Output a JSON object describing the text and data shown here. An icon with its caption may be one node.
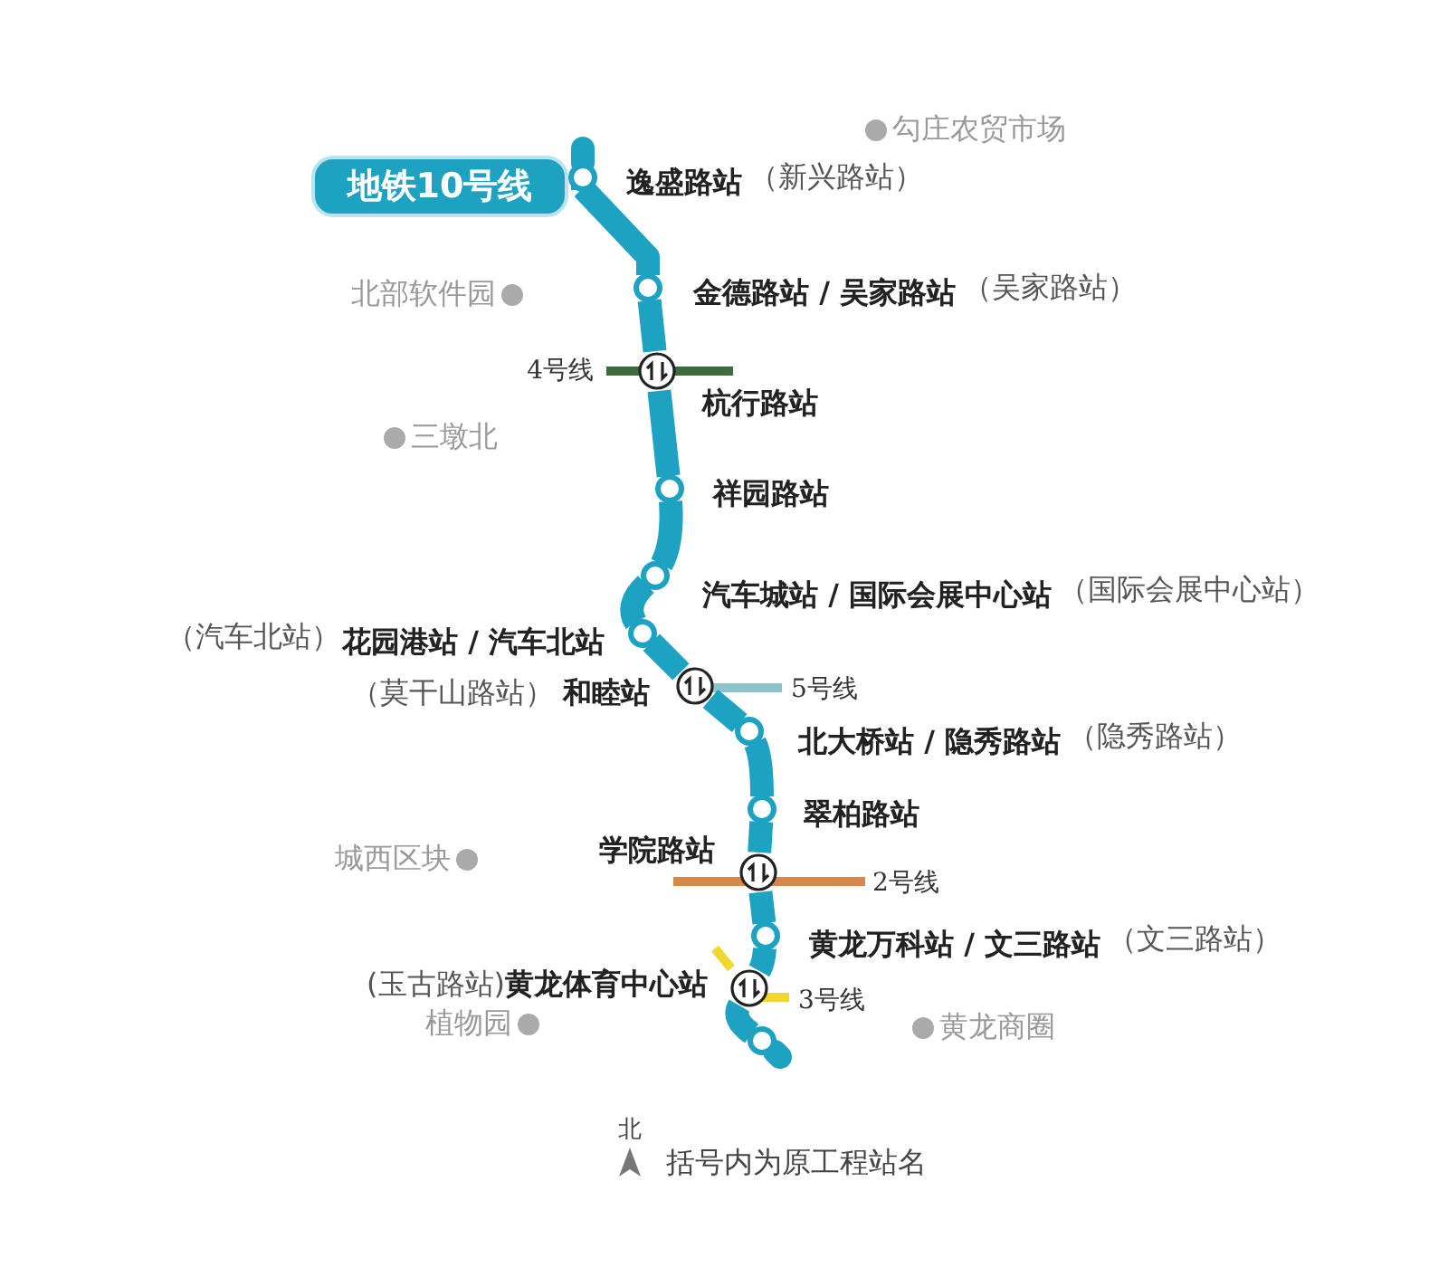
{
  "diagram": {
    "title": "地铁10号线",
    "nodes": [
      {
        "text": [
          "逸盛路站"
        ]
      },
      {
        "text": [
          "金德路站 / 吴家路站"
        ]
      },
      {
        "text": [
          "杭行路站"
        ]
      },
      {
        "text": [
          "祥园路站"
        ]
      },
      {
        "text": [
          "汽车城站 / 国际会展中心站"
        ]
      },
      {
        "text": [
          "花园港站 / 汽车北站"
        ]
      },
      {
        "text": [
          "和睦站"
        ]
      },
      {
        "text": [
          "北大桥站 / 隐秀路站"
        ]
      },
      {
        "text": [
          "翠柏路站"
        ]
      },
      {
        "text": [
          "学院路站"
        ]
      },
      {
        "text": [
          "黄龙万科站 / 文三路站"
        ]
      },
      {
        "text": [
          "黄龙体育中心站"
        ]
      },
      {
        "text": [],
        "shape": "circle"
      }
    ],
    "edges": [
      {
        "from": 0,
        "to": 1,
        "arrow": "none"
      },
      {
        "from": 1,
        "to": 2,
        "arrow": "none"
      },
      {
        "from": 2,
        "to": 3,
        "arrow": "none"
      },
      {
        "from": 3,
        "to": 4,
        "arrow": "none"
      },
      {
        "from": 4,
        "to": 5,
        "arrow": "none"
      },
      {
        "from": 5,
        "to": 6,
        "arrow": "none"
      },
      {
        "from": 6,
        "to": 7,
        "arrow": "none"
      },
      {
        "from": 7,
        "to": 8,
        "arrow": "none"
      },
      {
        "from": 8,
        "to": 9,
        "arrow": "none"
      },
      {
        "from": 9,
        "to": 10,
        "arrow": "none"
      },
      {
        "from": 10,
        "to": 11,
        "arrow": "none"
      },
      {
        "from": 11,
        "to": 12,
        "arrow": "none"
      }
    ],
    "labels": [
      "勾庄农贸市场",
      "（新兴路站）",
      "北部软件园",
      "（吴家路站）",
      "4号线",
      "三墩北",
      "（国际会展中心站）",
      "（汽车北站）",
      "（莫干山路站）",
      "5号线",
      "（隐秀路站）",
      "城西区块",
      "2号线",
      "（文三路站）",
      "(玉古路站)",
      "3号线",
      "植物园",
      "黄龙商圈",
      "北",
      "括号内为原工程站名"
    ]
  }
}
